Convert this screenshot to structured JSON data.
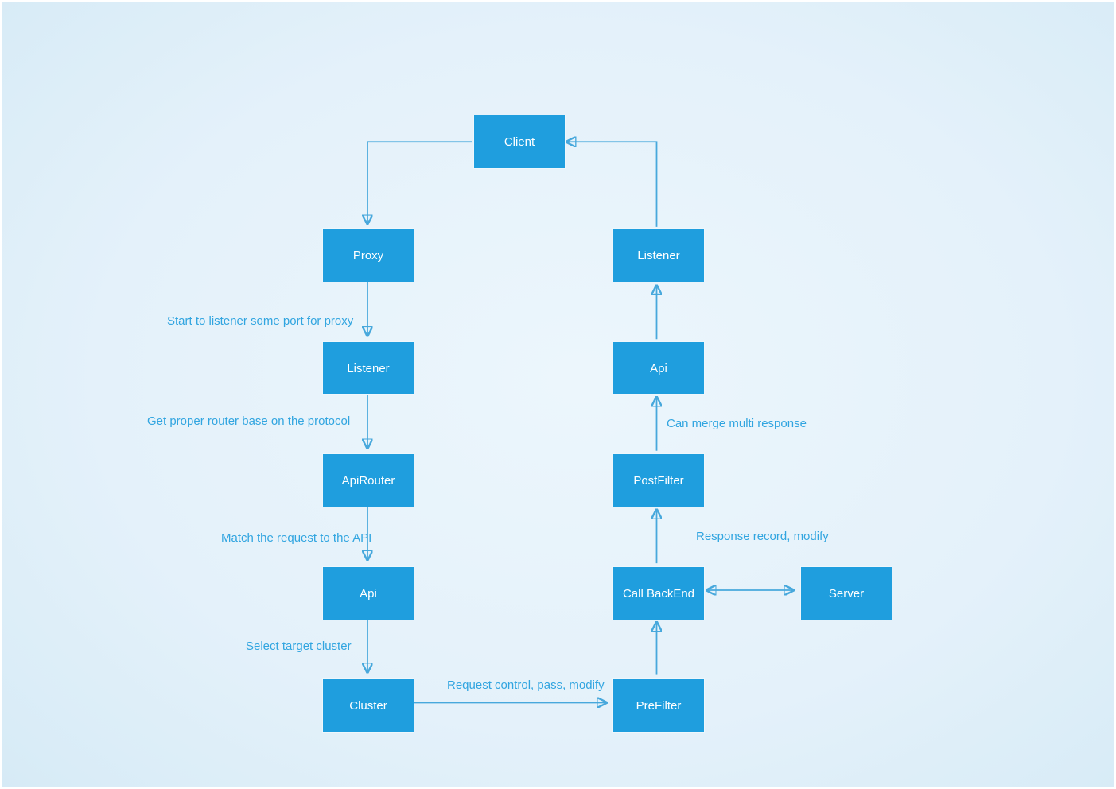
{
  "title": "Proxy request/response flow diagram",
  "colors": {
    "node_fill": "#1f9ede",
    "node_border": "#eef7fc",
    "node_text": "#ffffff",
    "connector": "#47a8dc",
    "arrowhead": "#2398d8",
    "edge_label_text": "#31a5e0",
    "background": "#e4f1fa"
  },
  "diagram": {
    "nodes": [
      {
        "id": "client",
        "label": "Client"
      },
      {
        "id": "proxy",
        "label": "Proxy"
      },
      {
        "id": "listener-left",
        "label": "Listener"
      },
      {
        "id": "apirouter",
        "label": "ApiRouter"
      },
      {
        "id": "api-left",
        "label": "Api"
      },
      {
        "id": "cluster",
        "label": "Cluster"
      },
      {
        "id": "prefilter",
        "label": "PreFilter"
      },
      {
        "id": "call-backend",
        "label": "Call BackEnd"
      },
      {
        "id": "server",
        "label": "Server"
      },
      {
        "id": "postfilter",
        "label": "PostFilter"
      },
      {
        "id": "api-right",
        "label": "Api"
      },
      {
        "id": "listener-right",
        "label": "Listener"
      }
    ],
    "edge_labels": [
      {
        "text": "Start to listener some port for proxy"
      },
      {
        "text": "Get proper router base on the protocol"
      },
      {
        "text": "Match the request to the API"
      },
      {
        "text": "Select target cluster"
      },
      {
        "text": "Request control, pass, modify"
      },
      {
        "text": "Response record, modify"
      },
      {
        "text": "Can merge multi response"
      }
    ],
    "edges": [
      {
        "from": "client",
        "to": "proxy",
        "direction": "one-way"
      },
      {
        "from": "proxy",
        "to": "listener-left",
        "direction": "one-way",
        "label": "Start to listener some port for proxy"
      },
      {
        "from": "listener-left",
        "to": "apirouter",
        "direction": "one-way",
        "label": "Get proper router base on the protocol"
      },
      {
        "from": "apirouter",
        "to": "api-left",
        "direction": "one-way",
        "label": "Match the request to the API"
      },
      {
        "from": "api-left",
        "to": "cluster",
        "direction": "one-way",
        "label": "Select target cluster"
      },
      {
        "from": "cluster",
        "to": "prefilter",
        "direction": "one-way",
        "label": "Request control, pass, modify"
      },
      {
        "from": "prefilter",
        "to": "call-backend",
        "direction": "one-way"
      },
      {
        "from": "call-backend",
        "to": "server",
        "direction": "two-way"
      },
      {
        "from": "call-backend",
        "to": "postfilter",
        "direction": "one-way",
        "label": "Response record, modify"
      },
      {
        "from": "postfilter",
        "to": "api-right",
        "direction": "one-way",
        "label": "Can merge multi response"
      },
      {
        "from": "api-right",
        "to": "listener-right",
        "direction": "one-way"
      },
      {
        "from": "listener-right",
        "to": "client",
        "direction": "one-way"
      }
    ]
  }
}
